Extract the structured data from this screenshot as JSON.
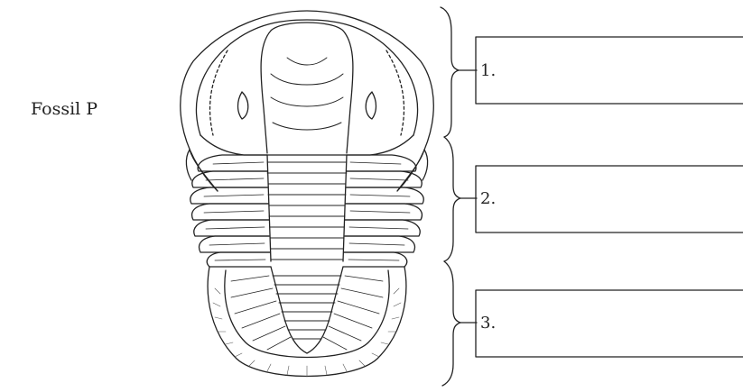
{
  "figure": {
    "fossil_label": "Fossil P",
    "regions": [
      {
        "number": "1."
      },
      {
        "number": "2."
      },
      {
        "number": "3."
      }
    ]
  }
}
